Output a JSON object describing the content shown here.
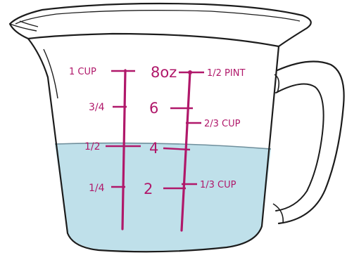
{
  "scale_cups": {
    "one_cup": "1 CUP",
    "three_quarter": "3/4",
    "half": "1/2",
    "quarter": "1/4"
  },
  "scale_ounces": {
    "eight": "8oz",
    "six": "6",
    "four": "4",
    "two": "2"
  },
  "scale_right": {
    "half_pint": "1/2 PINT",
    "two_thirds_cup": "2/3 CUP",
    "one_third_cup": "1/3 CUP"
  },
  "fill_level_cups": 0.5,
  "colors": {
    "outline": "#1c1c1c",
    "markings": "#b0186a",
    "water": "#bfe0ea",
    "water_edge": "#6f8f9c"
  }
}
